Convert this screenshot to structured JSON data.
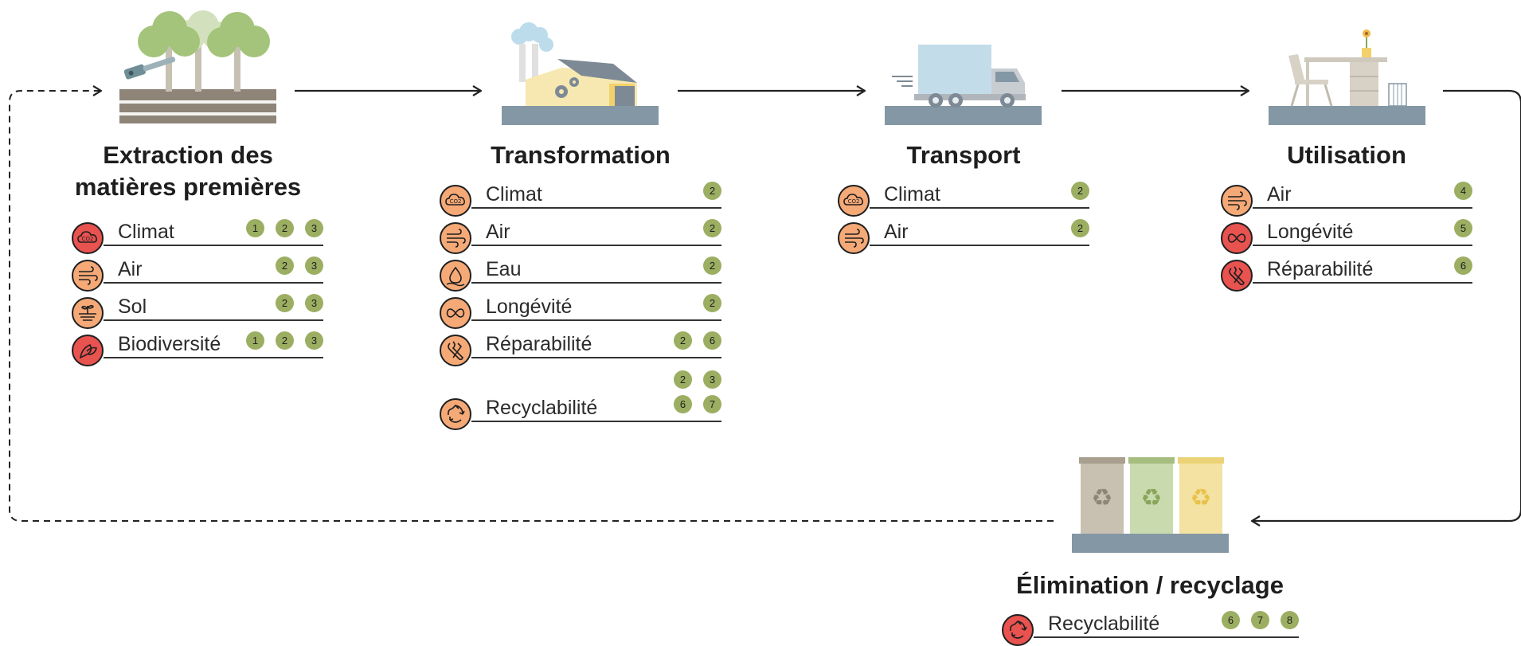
{
  "colors": {
    "high": "#e8524f",
    "medium": "#f5a977",
    "badge": "#9cae62",
    "ground": "#8497a4"
  },
  "stages": [
    {
      "title_lines": [
        "Extraction des",
        "matières premières"
      ],
      "illustration": "forest-chainsaw-illustration",
      "indicators": [
        {
          "label": "Climat",
          "icon": "co2-cloud-icon",
          "level": "high",
          "refs": [
            [
              "1",
              "2",
              "3"
            ]
          ]
        },
        {
          "label": "Air",
          "icon": "wind-icon",
          "level": "medium",
          "refs": [
            [
              "2",
              "3"
            ]
          ]
        },
        {
          "label": "Sol",
          "icon": "soil-sprout-icon",
          "level": "medium",
          "refs": [
            [
              "2",
              "3"
            ]
          ]
        },
        {
          "label": "Biodiversité",
          "icon": "leaves-icon",
          "level": "high",
          "refs": [
            [
              "1",
              "2",
              "3"
            ]
          ]
        }
      ]
    },
    {
      "title_lines": [
        "Transformation"
      ],
      "illustration": "factory-illustration",
      "indicators": [
        {
          "label": "Climat",
          "icon": "co2-cloud-icon",
          "level": "medium",
          "refs": [
            [
              "2"
            ]
          ]
        },
        {
          "label": "Air",
          "icon": "wind-icon",
          "level": "medium",
          "refs": [
            [
              "2"
            ]
          ]
        },
        {
          "label": "Eau",
          "icon": "water-drop-icon",
          "level": "medium",
          "refs": [
            [
              "2"
            ]
          ]
        },
        {
          "label": "Longévité",
          "icon": "infinity-icon",
          "level": "medium",
          "refs": [
            [
              "2"
            ]
          ]
        },
        {
          "label": "Réparabilité",
          "icon": "wrench-icon",
          "level": "medium",
          "refs": [
            [
              "2",
              "6"
            ]
          ]
        },
        {
          "label": "Recyclabilité",
          "icon": "recycle-icon",
          "level": "medium",
          "refs": [
            [
              "2",
              "3"
            ],
            [
              "6",
              "7"
            ]
          ]
        }
      ]
    },
    {
      "title_lines": [
        "Transport"
      ],
      "illustration": "truck-illustration",
      "indicators": [
        {
          "label": "Climat",
          "icon": "co2-cloud-icon",
          "level": "medium",
          "refs": [
            [
              "2"
            ]
          ]
        },
        {
          "label": "Air",
          "icon": "wind-icon",
          "level": "medium",
          "refs": [
            [
              "2"
            ]
          ]
        }
      ]
    },
    {
      "title_lines": [
        "Utilisation"
      ],
      "illustration": "desk-chair-illustration",
      "indicators": [
        {
          "label": "Air",
          "icon": "wind-icon",
          "level": "medium",
          "refs": [
            [
              "4"
            ]
          ]
        },
        {
          "label": "Longévité",
          "icon": "infinity-icon",
          "level": "high",
          "refs": [
            [
              "5"
            ]
          ]
        },
        {
          "label": "Réparabilité",
          "icon": "wrench-icon",
          "level": "high",
          "refs": [
            [
              "6"
            ]
          ]
        }
      ]
    },
    {
      "title_lines": [
        "Élimination / recyclage"
      ],
      "illustration": "recycling-bins-illustration",
      "indicators": [
        {
          "label": "Recyclabilité",
          "icon": "recycle-icon",
          "level": "high",
          "refs": [
            [
              "6",
              "7",
              "8"
            ]
          ]
        }
      ]
    }
  ]
}
